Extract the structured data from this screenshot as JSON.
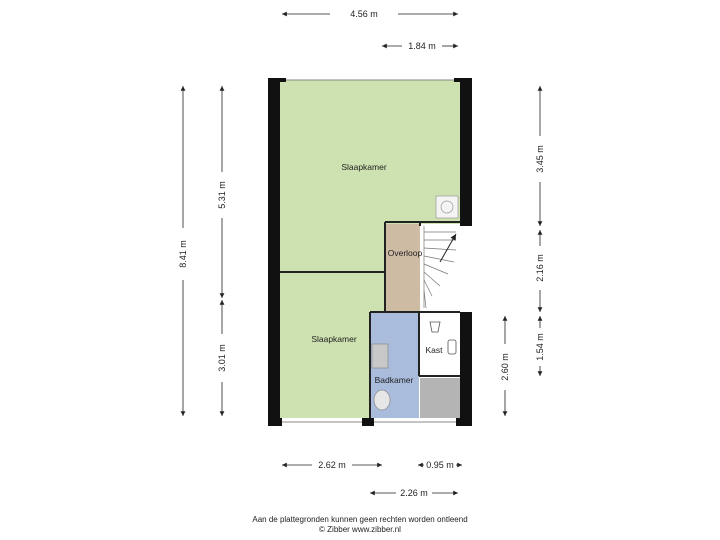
{
  "rooms": {
    "bedroom_top": "Slaapkamer",
    "bedroom_bottom": "Slaapkamer",
    "landing": "Overloop",
    "bathroom": "Badkamer",
    "closet": "Kast"
  },
  "dimensions": {
    "top_total": "4.56 m",
    "top_partial": "1.84 m",
    "left_total": "8.41 m",
    "left_upper": "5.31 m",
    "left_lower": "3.01 m",
    "right_upper": "3.45 m",
    "right_middle": "2.16 m",
    "right_lower": "1.54 m",
    "right_inner": "2.60 m",
    "bottom_left": "2.62 m",
    "bottom_right": "0.95 m",
    "bottom_second": "2.26 m"
  },
  "footer": {
    "disclaimer": "Aan de plattegronden kunnen geen rechten worden ontleend",
    "copyright": "© Zibber www.zibber.nl"
  },
  "colors": {
    "bedroom": "#cde2b0",
    "landing": "#cdbba4",
    "bathroom": "#a9bcdc",
    "wall": "#111111",
    "stairs": "#ffffff",
    "fixture": "#b4b4b4"
  }
}
